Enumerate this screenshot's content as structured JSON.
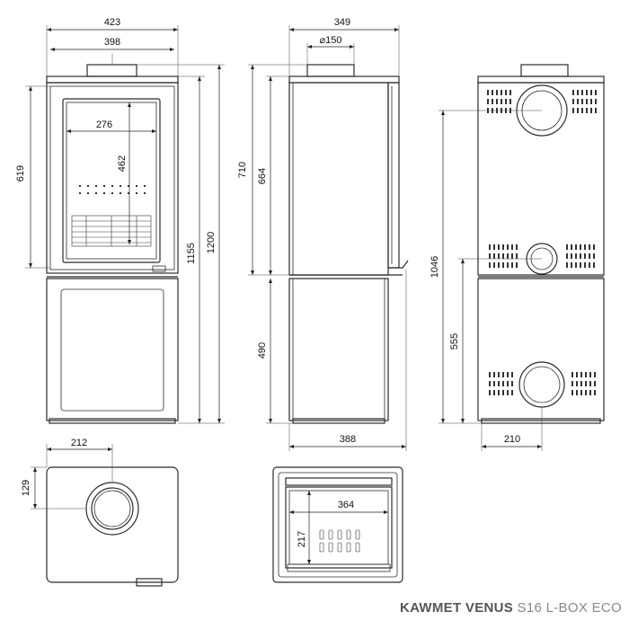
{
  "title": {
    "brand": "KAWMET VENUS",
    "model": "S16 L-BOX ECO"
  },
  "dimensions": {
    "front_total_width": "423",
    "front_inner_width": "398",
    "glass_width": "276",
    "glass_height": "462",
    "door_height": "619",
    "height_to_top": "1155",
    "total_height": "1200",
    "side_depth": "349",
    "flue_diameter": "⌀150",
    "side_top_height": "710",
    "side_upper_height": "664",
    "side_lower_height": "490",
    "side_base_depth": "388",
    "rear_flue_height": "1046",
    "rear_lower_flue_height": "555",
    "rear_flue_offset": "210",
    "top_flue_offset_x": "212",
    "top_flue_offset_y": "129",
    "firebox_width": "364",
    "firebox_depth": "217"
  }
}
